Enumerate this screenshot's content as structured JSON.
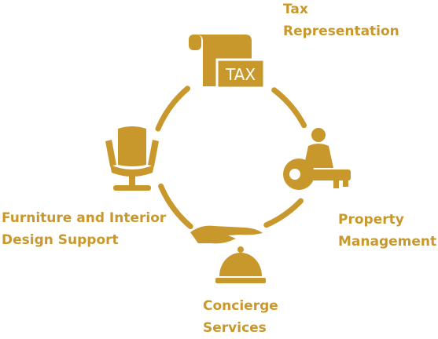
{
  "colors": {
    "accent": "#C9982C",
    "icon_contrast": "#ffffff"
  },
  "services": [
    {
      "icon": "tax-document-icon",
      "lines": [
        "Tax",
        "Representation"
      ],
      "badge": "TAX"
    },
    {
      "icon": "person-with-key-icon",
      "lines": [
        "Property",
        "Management"
      ]
    },
    {
      "icon": "hand-and-service-bell-icon",
      "lines": [
        "Concierge",
        "Services"
      ]
    },
    {
      "icon": "armchair-icon",
      "lines": [
        "Furniture and Interior",
        "Design Support"
      ]
    }
  ]
}
